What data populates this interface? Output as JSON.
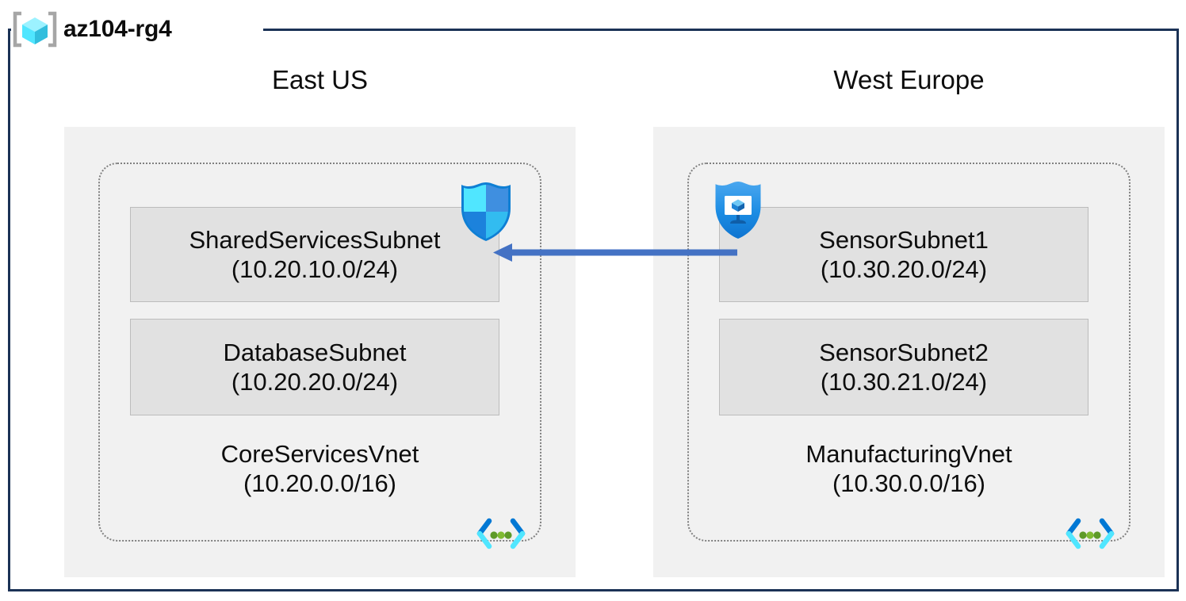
{
  "resource_group": {
    "name": "az104-rg4",
    "icon": "resource-group-cube-icon"
  },
  "regions": [
    {
      "id": "east-us",
      "label": "East US",
      "vnet": {
        "name": "CoreServicesVnet",
        "cidr": "(10.20.0.0/16)",
        "icon": "virtual-network-icon",
        "subnets": [
          {
            "name": "SharedServicesSubnet",
            "cidr": "(10.20.10.0/24)",
            "badge_icon": "network-security-group-shield-icon"
          },
          {
            "name": "DatabaseSubnet",
            "cidr": "(10.20.20.0/24)",
            "badge_icon": null
          }
        ]
      }
    },
    {
      "id": "west-europe",
      "label": "West Europe",
      "vnet": {
        "name": "ManufacturingVnet",
        "cidr": "(10.30.0.0/16)",
        "icon": "virtual-network-icon",
        "subnets": [
          {
            "name": "SensorSubnet1",
            "cidr": "(10.30.20.0/24)",
            "badge_icon": "application-security-group-shield-vm-icon"
          },
          {
            "name": "SensorSubnet2",
            "cidr": "(10.30.21.0/24)",
            "badge_icon": null
          }
        ]
      }
    }
  ],
  "connection": {
    "name": "vnet-peering-arrow",
    "direction": "right-to-left",
    "label": ""
  },
  "colors": {
    "frame_border": "#1b3256",
    "region_fill": "#f1f1f1",
    "subnet_fill": "#e1e1e1",
    "subnet_border": "#bcbcbc",
    "vnet_border": "#808080",
    "arrow": "#4472c4",
    "azure_blue": "#0078d4",
    "azure_cyan": "#50e6ff",
    "vnet_icon_green": "#5e9a28",
    "text": "#0d0d0d"
  }
}
